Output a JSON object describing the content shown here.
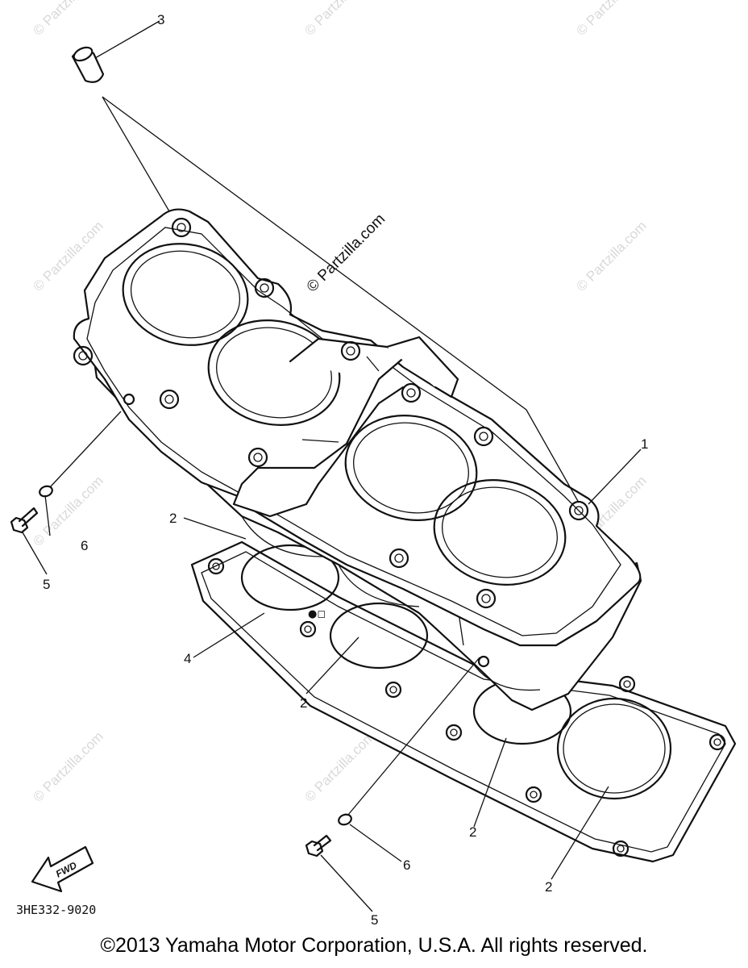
{
  "diagram": {
    "code": "3HE332-9020",
    "fwd_label": "FWD",
    "copyright": "©2013 Yamaha Motor Corporation, U.S.A. All rights reserved.",
    "watermark": "© Partzilla.com",
    "callouts": {
      "c1": "1",
      "c2a": "2",
      "c2b": "2",
      "c2c": "2",
      "c2d": "2",
      "c3": "3",
      "c4": "4",
      "c5a": "5",
      "c5b": "5",
      "c6a": "6",
      "c6b": "6"
    }
  }
}
